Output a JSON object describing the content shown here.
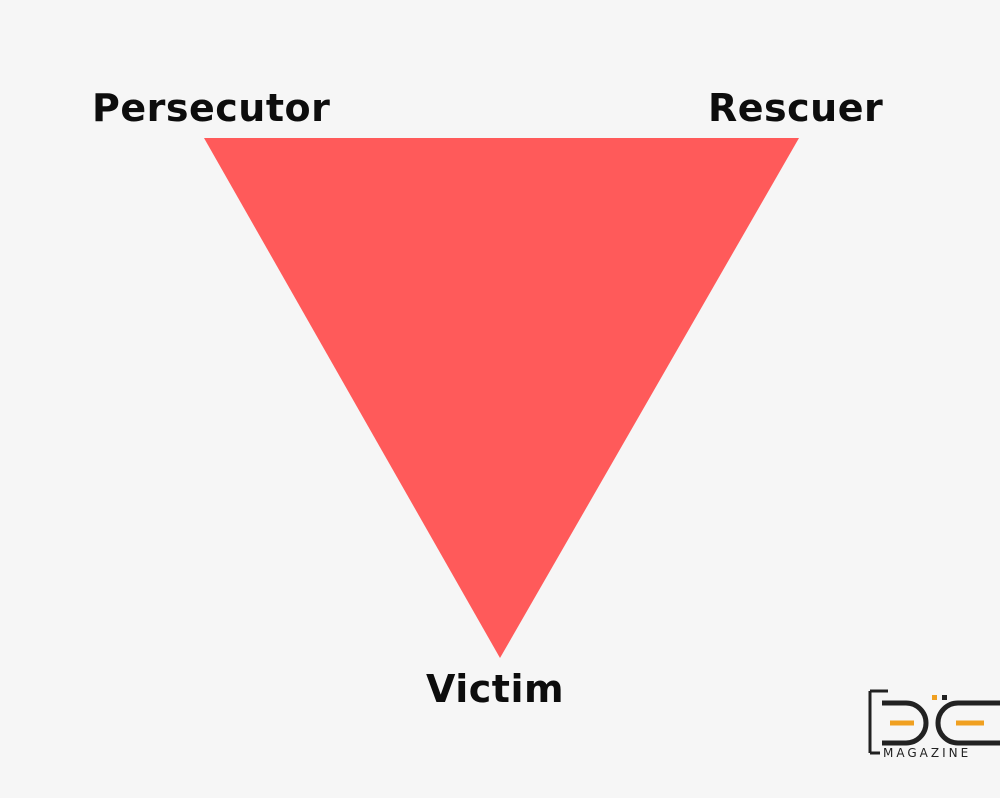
{
  "labels": {
    "top_left": "Persecutor",
    "top_right": "Rescuer",
    "bottom": "Victim"
  },
  "logo": {
    "text": "MAGAZINE"
  },
  "colors": {
    "background": "#f6f6f6",
    "triangle": "#ff5a5a",
    "text": "#0d0d0d",
    "logo_accent": "#f0a020"
  }
}
